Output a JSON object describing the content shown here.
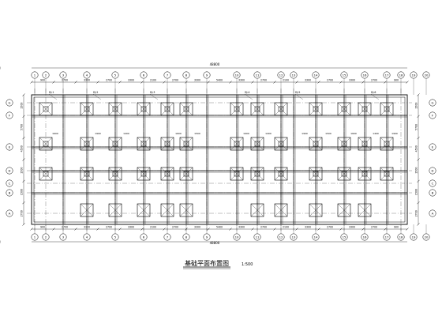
{
  "drawing": {
    "title": "基础平面布置图",
    "scale": "1:500",
    "overall_dimension": "48800",
    "top_axis_labels": [
      "1",
      "2",
      "3",
      "4",
      "5",
      "6",
      "7",
      "8",
      "9",
      "10",
      "11",
      "12",
      "13",
      "14",
      "15",
      "16",
      "17",
      "18",
      "19",
      "20"
    ],
    "bottom_axis_labels": [
      "1",
      "2",
      "3",
      "4",
      "5",
      "6",
      "7",
      "8",
      "9",
      "10",
      "11",
      "12",
      "13",
      "14",
      "15",
      "16",
      "17",
      "18",
      "19",
      "20"
    ],
    "left_axis_labels": [
      "G",
      "F",
      "E",
      "D",
      "C",
      "B",
      "A"
    ],
    "right_axis_labels": [
      "G",
      "F",
      "E",
      "D",
      "C",
      "B",
      "A"
    ],
    "top_segment_dims": [
      "900",
      "2700",
      "3300",
      "2700",
      "3300",
      "2100",
      "2700",
      "3300",
      "5400",
      "3300",
      "2700",
      "2100",
      "3300",
      "2700",
      "3300",
      "2700",
      "900"
    ],
    "bottom_segment_dims": [
      "900",
      "2700",
      "3300",
      "2700",
      "3300",
      "2100",
      "2700",
      "3300",
      "5400",
      "3300",
      "2700",
      "2100",
      "3300",
      "2700",
      "3300",
      "2700",
      "900"
    ],
    "left_vertical_dims": [
      "1500",
      "5700",
      "4500",
      "1500",
      "1500",
      "2700"
    ],
    "right_vertical_dims": [
      "1500",
      "5700",
      "4500",
      "1500",
      "1500",
      "2700"
    ],
    "footing_size_labels": [
      "1600",
      "1900",
      "1400",
      "1600",
      "1500",
      "1900",
      "1400",
      "1900",
      "1500",
      "1600",
      "1400",
      "1900"
    ],
    "footing_labels": [
      "DJ-1",
      "DJ-2",
      "DJ-3",
      "DJ-4",
      "DJ-5",
      "DJ-6"
    ],
    "colors": {
      "line": "#000000",
      "background": "#ffffff"
    }
  }
}
